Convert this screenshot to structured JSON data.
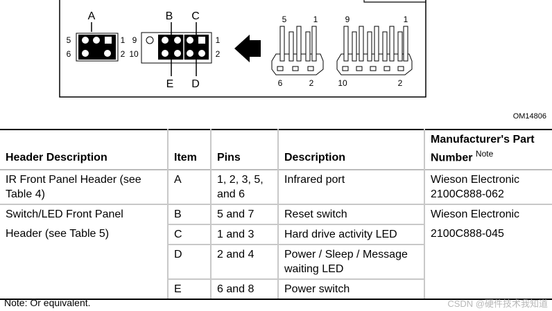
{
  "diagram": {
    "header_a": {
      "top_label": "A",
      "pin_top": "5",
      "pin_bottom": "6",
      "pin_top_right": "1",
      "pin_bottom_right": "2"
    },
    "header_bcde": {
      "label_b": "B",
      "label_c": "C",
      "label_d": "D",
      "label_e": "E",
      "pin_top_left": "9",
      "pin_bottom_left": "10",
      "pin_top_right": "1",
      "pin_bottom_right": "2"
    },
    "connector_small": {
      "pin_top_left": "5",
      "pin_top_right": "1",
      "pin_bottom_left": "6",
      "pin_bottom_right": "2"
    },
    "connector_large": {
      "pin_top_left": "9",
      "pin_top_right": "1",
      "pin_bottom_left": "10",
      "pin_bottom_right": "2"
    },
    "figure_id": "OM14806"
  },
  "table": {
    "headers": {
      "header_description": "Header Description",
      "item": "Item",
      "pins": "Pins",
      "description": "Description",
      "part_number": "Manufacturer's Part Number",
      "part_number_note": "Note"
    },
    "rows": {
      "a": {
        "header_description": "IR Front Panel Header (see Table 4)",
        "item": "A",
        "pins": "1, 2, 3, 5, and 6",
        "description": "Infrared port",
        "part_line1": "Wieson Electronic",
        "part_line2": "2100C888-062"
      },
      "switch_group": {
        "header_line1": "Switch/LED Front Panel",
        "header_line2": "Header (see Table 5)",
        "part_line1": "Wieson Electronic",
        "part_line2": "2100C888-045"
      },
      "b": {
        "item": "B",
        "pins": "5 and 7",
        "description": "Reset switch"
      },
      "c": {
        "item": "C",
        "pins": "1 and 3",
        "description": "Hard drive activity LED"
      },
      "d": {
        "item": "D",
        "pins": "2 and 4",
        "description": "Power / Sleep / Message waiting LED"
      },
      "e": {
        "item": "E",
        "pins": "6 and 8",
        "description": "Power switch"
      }
    }
  },
  "note": "Note:  Or equivalent.",
  "watermark": "CSDN @硬件技术我知道"
}
